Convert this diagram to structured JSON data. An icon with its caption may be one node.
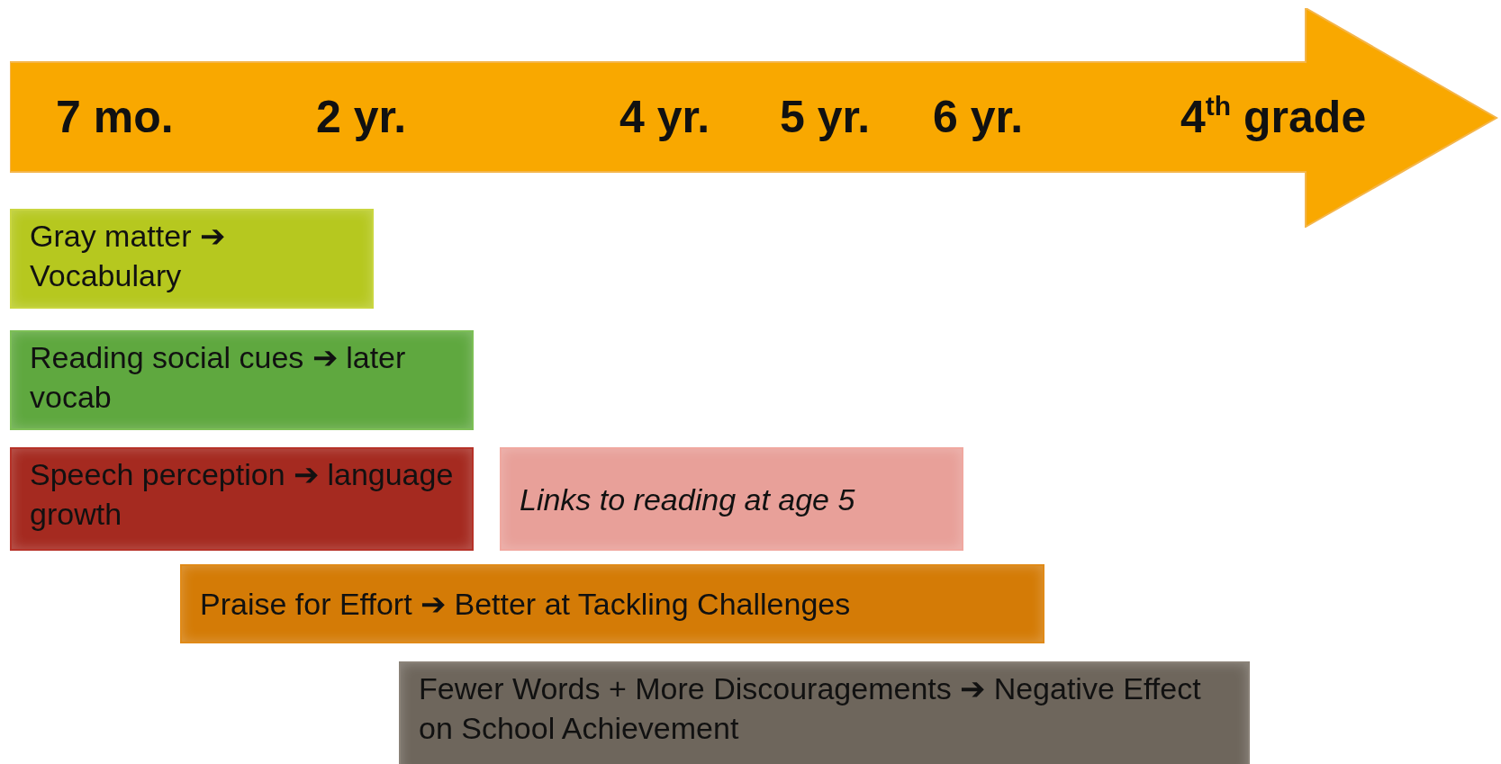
{
  "diagram": {
    "nodes": [
      {
        "text": [
          "7 mo.",
          "2 yr.",
          "4 yr.",
          "5 yr.",
          "6 yr.",
          "4$^{th}$ grade"
        ]
      },
      {
        "text": [
          "Gray matter ➔ Vocabulary"
        ]
      },
      {
        "text": [
          "Reading social cues ➔ later vocab"
        ]
      },
      {
        "text": [
          "Speech perception ➔ language growth"
        ]
      },
      {
        "text": [
          "Links to reading at age 5"
        ]
      },
      {
        "text": [
          "Praise for Effort ➔ Better at Tackling Challenges"
        ]
      },
      {
        "text": [
          "Fewer Words + More Discouragements ➔ Negative Effect on School Achievement"
        ]
      }
    ]
  }
}
